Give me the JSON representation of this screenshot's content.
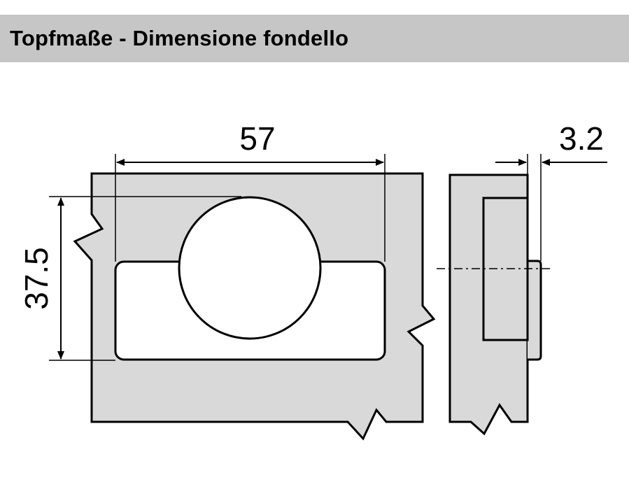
{
  "header": {
    "title": "Topfmaße - Dimensione fondello"
  },
  "dimensions": {
    "width": "57",
    "height": "37.5",
    "depth": "3.2"
  },
  "colors": {
    "header_band": "#c6c6c6",
    "panel_fill": "#d9d9d9",
    "cutout_fill": "#ffffff",
    "line": "#000000"
  }
}
